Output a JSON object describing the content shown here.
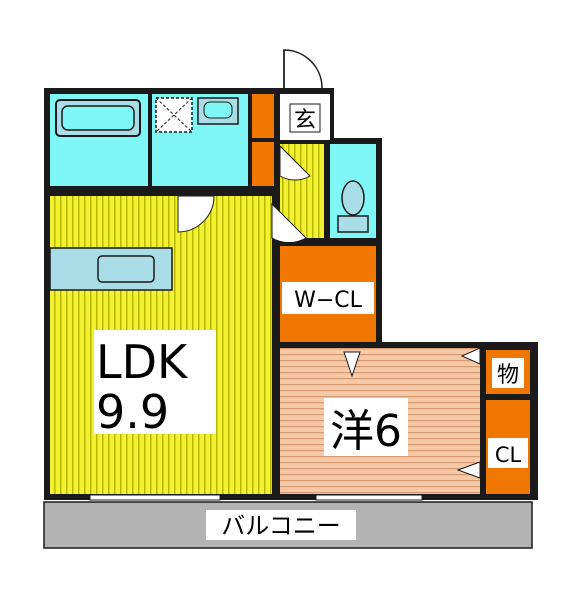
{
  "floorplan": {
    "rooms": {
      "ldk": {
        "name": "LDK",
        "size": "9.9"
      },
      "western": {
        "name": "洋6"
      },
      "walk_in_closet": {
        "name": "W−CL"
      },
      "storage": {
        "name": "物"
      },
      "closet": {
        "name": "CL"
      },
      "entrance": {
        "name": "玄"
      },
      "balcony": {
        "name": "バルコニー"
      }
    },
    "colors": {
      "ldk_floor": "#f2f230",
      "ldk_stripe": "#b8b800",
      "western_floor": "#f7c9a6",
      "western_stripe": "#d59a72",
      "closet": "#f07800",
      "wet_area": "#7ff7f7",
      "fixture": "#a9dde8",
      "balcony": "#b3b3b3",
      "wall": "#1a1a1a",
      "label_bg": "#ffffff"
    }
  }
}
